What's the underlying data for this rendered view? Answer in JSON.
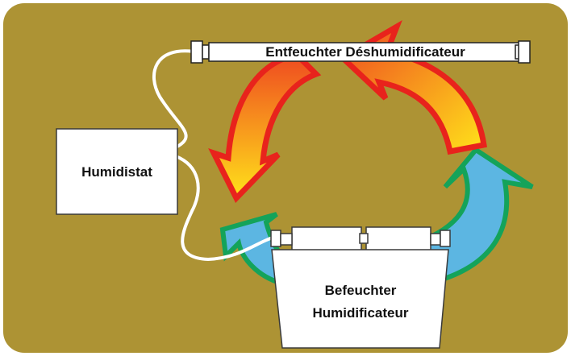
{
  "colors": {
    "background": "#ad9334",
    "hot_arrow_outline": "#e8231c",
    "hot_arrow_fill_start": "#ffe21a",
    "hot_arrow_fill_end": "#ef4a20",
    "cold_arrow_outline": "#14a35a",
    "cold_arrow_fill": "#5cb6e2",
    "box_fill": "#ffffff",
    "box_stroke": "#3a3a3a",
    "cable": "#ffffff"
  },
  "labels": {
    "dehumidifier": "Entfeuchter Déshumidificateur",
    "humidistat": "Humidistat",
    "humidifier_line1": "Befeuchter",
    "humidifier_line2": "Humidificateur"
  }
}
